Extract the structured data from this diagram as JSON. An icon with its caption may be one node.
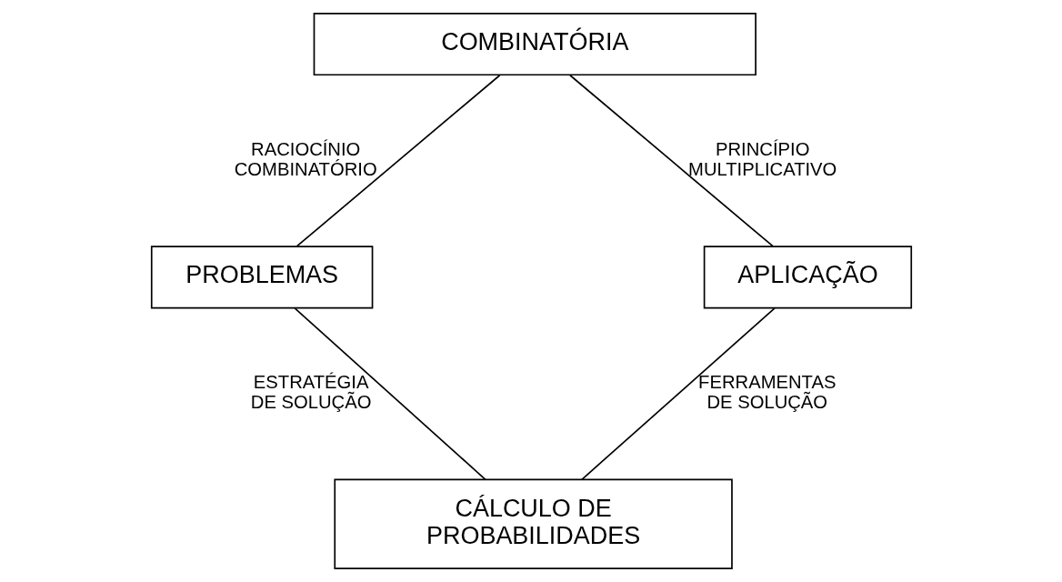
{
  "diagram": {
    "nodes": [
      {
        "text": [
          "COMBINATÓRIA"
        ]
      },
      {
        "text": [
          "PROBLEMAS"
        ]
      },
      {
        "text": [
          "APLICAÇÃO"
        ]
      },
      {
        "text": [
          "CÁLCULO DE PROBABILIDADES"
        ]
      }
    ],
    "edges": [
      {
        "from": 0,
        "to": 1,
        "arrow": "none",
        "label": "RACIOCÍNIO COMBINATÓRIO"
      },
      {
        "from": 0,
        "to": 2,
        "arrow": "none",
        "label": "PRINCÍPIO MULTIPLICATIVO"
      },
      {
        "from": 1,
        "to": 3,
        "arrow": "none",
        "label": "ESTRATÉGIA DE SOLUÇÃO"
      },
      {
        "from": 2,
        "to": 3,
        "arrow": "none",
        "label": "FERRAMENTAS DE SOLUÇÃO"
      }
    ]
  }
}
